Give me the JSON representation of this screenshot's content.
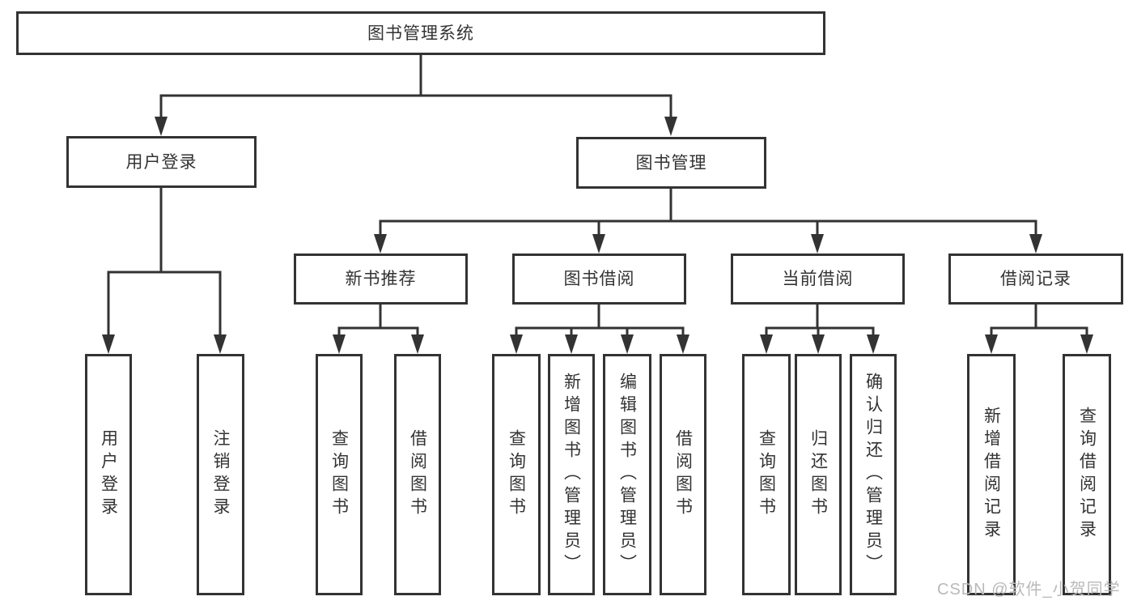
{
  "diagram": {
    "root": {
      "label": "图书管理系统"
    },
    "branches": [
      {
        "label": "用户登录",
        "children": [
          {
            "label": "用户登录"
          },
          {
            "label": "注销登录"
          }
        ]
      },
      {
        "label": "图书管理",
        "sections": [
          {
            "label": "新书推荐",
            "children": [
              {
                "label": "查询图书"
              },
              {
                "label": "借阅图书"
              }
            ]
          },
          {
            "label": "图书借阅",
            "children": [
              {
                "label": "查询图书"
              },
              {
                "label": "新增图书（管理员）"
              },
              {
                "label": "编辑图书（管理员）"
              },
              {
                "label": "借阅图书"
              }
            ]
          },
          {
            "label": "当前借阅",
            "children": [
              {
                "label": "查询图书"
              },
              {
                "label": "归还图书"
              },
              {
                "label": "确认归还（管理员）"
              }
            ]
          },
          {
            "label": "借阅记录",
            "children": [
              {
                "label": "新增借阅记录"
              },
              {
                "label": "查询借阅记录"
              }
            ]
          }
        ]
      }
    ]
  },
  "watermark": {
    "text": "CSDN @软件_小贺同学",
    "color": "#b9b9b9"
  },
  "colors": {
    "line": "#333333",
    "text": "#333333",
    "background": "#ffffff"
  }
}
